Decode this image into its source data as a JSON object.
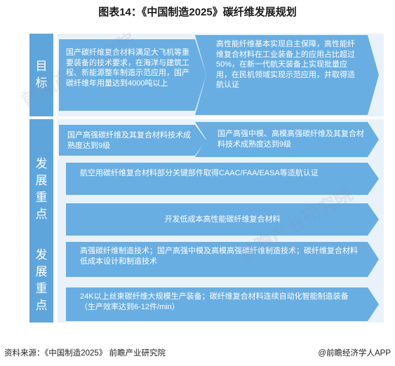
{
  "title": "图表14：《中国制造2025》碳纤维发展规划",
  "sections": [
    {
      "label": "目标"
    },
    {
      "label": "发展重点"
    },
    {
      "label": "发展重点"
    }
  ],
  "goal": {
    "left": "国产碳纤维复合材料满足大飞机等重要装备的技术要求，在海洋与建筑工程、新能源整车制造示范应用，国产碳纤维年用量达到4000吨以上",
    "right": "高性能纤维基本实现自主保障，高性能纤维复合材料在工业装备上的应用占比超过50%，在新一代航天装备上实现批量应用，在民机领域实现示范应用，并取得适航认证"
  },
  "focus1": {
    "left": "国产高强碳纤维及其复合材料技术成熟度达到9级",
    "right": "国产高强中模、高模高强碳纤维及其复合材料技术成熟度达到9级",
    "row2": "航空用碳纤维复合材料部分关键部件取得CAAC/FAA/EASA等适航认证",
    "row3": "开发低成本高性能碳纤维复合材料"
  },
  "focus2": {
    "row1": "高强碳纤维制造技术；国产高强中模及高模高强碳纤维制造技术；碳纤维复合材料低成本设计和制造技术",
    "row2": "24K以上丝束碳纤维大规模生产装备；碳纤维复合材料连续自动化智能制造装备（生产效率达到6-12件/min）"
  },
  "footer": {
    "source": "资料来源：《中国制造2025》 前瞻产业研究院",
    "brand": "@前瞻经济学人APP"
  },
  "colors": {
    "side": "#5ea5dc",
    "box": "#69aee2",
    "band": "#e9f2fa"
  }
}
